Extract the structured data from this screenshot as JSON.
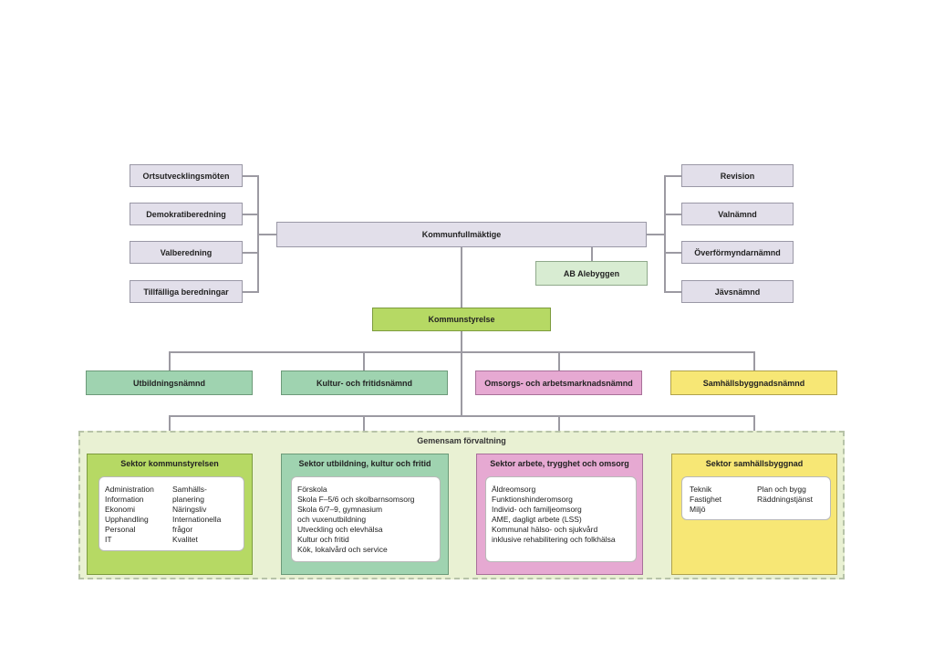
{
  "left_boxes": [
    "Ortsutvecklingsmöten",
    "Demokratiberedning",
    "Valberedning",
    "Tillfälliga beredningar"
  ],
  "right_boxes": [
    "Revision",
    "Valnämnd",
    "Överförmyndarnämnd",
    "Jävsnämnd"
  ],
  "kommunfullmaktige": "Kommunfullmäktige",
  "ab_alebyggen": "AB Alebyggen",
  "kommunstyrelse": "Kommunstyrelse",
  "namnder": [
    "Utbildningsnämnd",
    "Kultur- och fritidsnämnd",
    "Omsorgs- och arbetsmarknadsnämnd",
    "Samhällsbyggnadsnämnd"
  ],
  "gemensam": "Gemensam förvaltning",
  "sectors": [
    {
      "title": "Sektor kommunstyrelsen",
      "col1": [
        "Administration",
        "Information",
        "Ekonomi",
        "Upphandling",
        "Personal",
        "IT"
      ],
      "col2": [
        "Samhälls-",
        "planering",
        "Näringsliv",
        "Internationella",
        "frågor",
        "Kvalitet"
      ]
    },
    {
      "title": "Sektor utbildning, kultur och fritid",
      "col1": [
        "Förskola",
        "Skola F–5/6 och skolbarnsomsorg",
        "Skola 6/7–9, gymnasium",
        "och vuxenutbildning",
        "Utveckling och elevhälsa",
        "Kultur och fritid",
        "Kök, lokalvård och service"
      ]
    },
    {
      "title": "Sektor arbete, trygghet och omsorg",
      "col1": [
        "Äldreomsorg",
        "Funktionshinderomsorg",
        "Individ- och familjeomsorg",
        "AME, dagligt arbete (LSS)",
        "Kommunal hälso- och sjukvård",
        "inklusive rehabilitering och folkhälsa"
      ]
    },
    {
      "title": "Sektor samhällsbyggnad",
      "col1": [
        "Teknik",
        "Fastighet",
        "Miljö"
      ],
      "col2": [
        "Plan och bygg",
        "Räddningstjänst"
      ]
    }
  ],
  "colors": {
    "lavender": "#e2dfea",
    "light_green": "#d8ecd2",
    "lime": "#b6d964",
    "teal": "#9fd3b0",
    "pink": "#e6a9d2",
    "yellow": "#f7e775",
    "gemensam_bg": "#e9f1d3",
    "connector": "#9c9aa2"
  }
}
